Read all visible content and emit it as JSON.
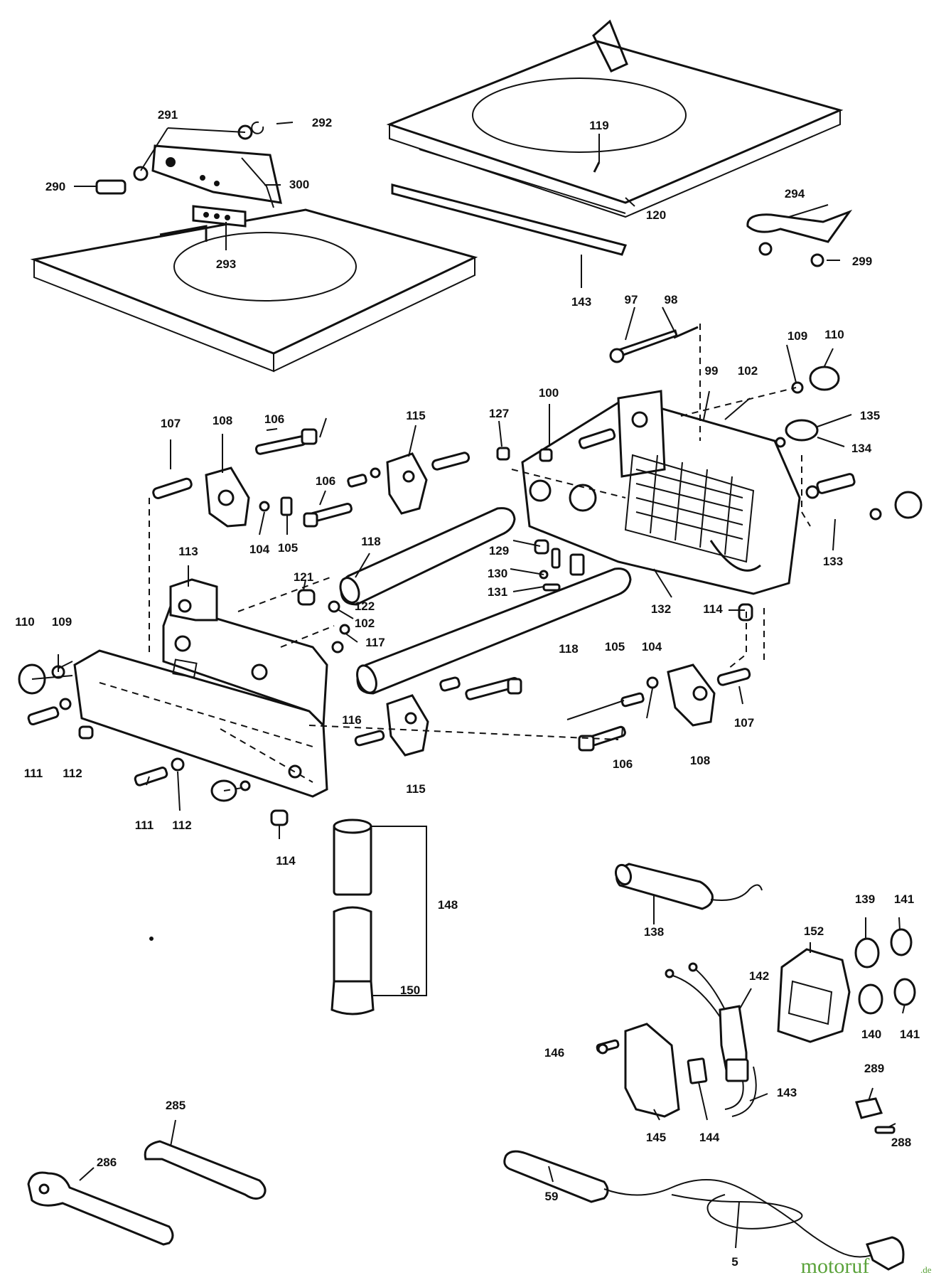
{
  "callouts": [
    {
      "id": "c-291",
      "label": "291"
    },
    {
      "id": "c-292",
      "label": "292"
    },
    {
      "id": "c-290",
      "label": "290"
    },
    {
      "id": "c-300",
      "label": "300"
    },
    {
      "id": "c-293",
      "label": "293"
    },
    {
      "id": "c-119",
      "label": "119"
    },
    {
      "id": "c-120",
      "label": "120"
    },
    {
      "id": "c-143a",
      "label": "143"
    },
    {
      "id": "c-294",
      "label": "294"
    },
    {
      "id": "c-299",
      "label": "299"
    },
    {
      "id": "c-97",
      "label": "97"
    },
    {
      "id": "c-98",
      "label": "98"
    },
    {
      "id": "c-109a",
      "label": "109"
    },
    {
      "id": "c-110a",
      "label": "110"
    },
    {
      "id": "c-99",
      "label": "99"
    },
    {
      "id": "c-102a",
      "label": "102"
    },
    {
      "id": "c-135",
      "label": "135"
    },
    {
      "id": "c-134",
      "label": "134"
    },
    {
      "id": "c-100",
      "label": "100"
    },
    {
      "id": "c-127",
      "label": "127"
    },
    {
      "id": "c-107a",
      "label": "107"
    },
    {
      "id": "c-108a",
      "label": "108"
    },
    {
      "id": "c-106a",
      "label": "106"
    },
    {
      "id": "c-115a",
      "label": "115"
    },
    {
      "id": "c-106b",
      "label": "106"
    },
    {
      "id": "c-104a",
      "label": "104"
    },
    {
      "id": "c-105a",
      "label": "105"
    },
    {
      "id": "c-118a",
      "label": "118"
    },
    {
      "id": "c-133",
      "label": "133"
    },
    {
      "id": "c-129",
      "label": "129"
    },
    {
      "id": "c-130",
      "label": "130"
    },
    {
      "id": "c-131",
      "label": "131"
    },
    {
      "id": "c-132",
      "label": "132"
    },
    {
      "id": "c-113",
      "label": "113"
    },
    {
      "id": "c-121",
      "label": "121"
    },
    {
      "id": "c-122",
      "label": "122"
    },
    {
      "id": "c-102b",
      "label": "102"
    },
    {
      "id": "c-117",
      "label": "117"
    },
    {
      "id": "c-110b",
      "label": "110"
    },
    {
      "id": "c-109b",
      "label": "109"
    },
    {
      "id": "c-114a",
      "label": "114"
    },
    {
      "id": "c-118b",
      "label": "118"
    },
    {
      "id": "c-105b",
      "label": "105"
    },
    {
      "id": "c-104b",
      "label": "104"
    },
    {
      "id": "c-116",
      "label": "116"
    },
    {
      "id": "c-111a",
      "label": "111"
    },
    {
      "id": "c-112a",
      "label": "112"
    },
    {
      "id": "c-107b",
      "label": "107"
    },
    {
      "id": "c-106c",
      "label": "106"
    },
    {
      "id": "c-108b",
      "label": "108"
    },
    {
      "id": "c-115b",
      "label": "115"
    },
    {
      "id": "c-111b",
      "label": "111"
    },
    {
      "id": "c-112b",
      "label": "112"
    },
    {
      "id": "c-114b",
      "label": "114"
    },
    {
      "id": "c-148",
      "label": "148"
    },
    {
      "id": "c-150",
      "label": "150"
    },
    {
      "id": "c-138",
      "label": "138"
    },
    {
      "id": "c-139",
      "label": "139"
    },
    {
      "id": "c-141a",
      "label": "141"
    },
    {
      "id": "c-152",
      "label": "152"
    },
    {
      "id": "c-142",
      "label": "142"
    },
    {
      "id": "c-140",
      "label": "140"
    },
    {
      "id": "c-141b",
      "label": "141"
    },
    {
      "id": "c-146",
      "label": "146"
    },
    {
      "id": "c-143b",
      "label": "143"
    },
    {
      "id": "c-289",
      "label": "289"
    },
    {
      "id": "c-288",
      "label": "288"
    },
    {
      "id": "c-145",
      "label": "145"
    },
    {
      "id": "c-144",
      "label": "144"
    },
    {
      "id": "c-285",
      "label": "285"
    },
    {
      "id": "c-286",
      "label": "286"
    },
    {
      "id": "c-59",
      "label": "59"
    },
    {
      "id": "c-5",
      "label": "5"
    }
  ],
  "watermark": {
    "brand": "motoruf",
    "suffix": ".de"
  }
}
